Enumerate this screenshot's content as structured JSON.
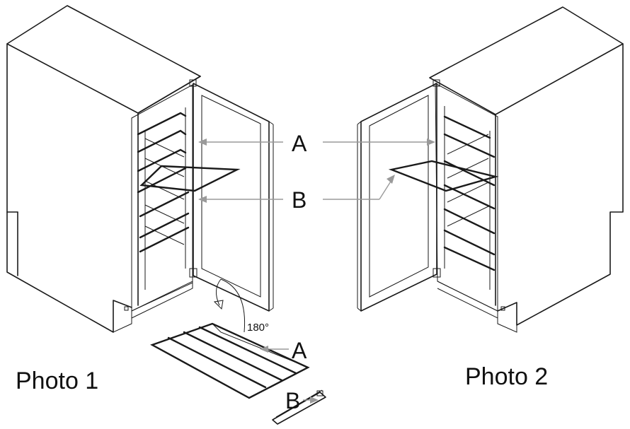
{
  "labels": {
    "a_right": "A",
    "b_right": "B",
    "a_bottom": "A",
    "b_bottom": "B",
    "angle": "180°",
    "photo1": "Photo 1",
    "photo2": "Photo 2"
  },
  "colors": {
    "line": "#1a1a1a",
    "arrow": "#9a9a9a",
    "background": "#ffffff"
  }
}
